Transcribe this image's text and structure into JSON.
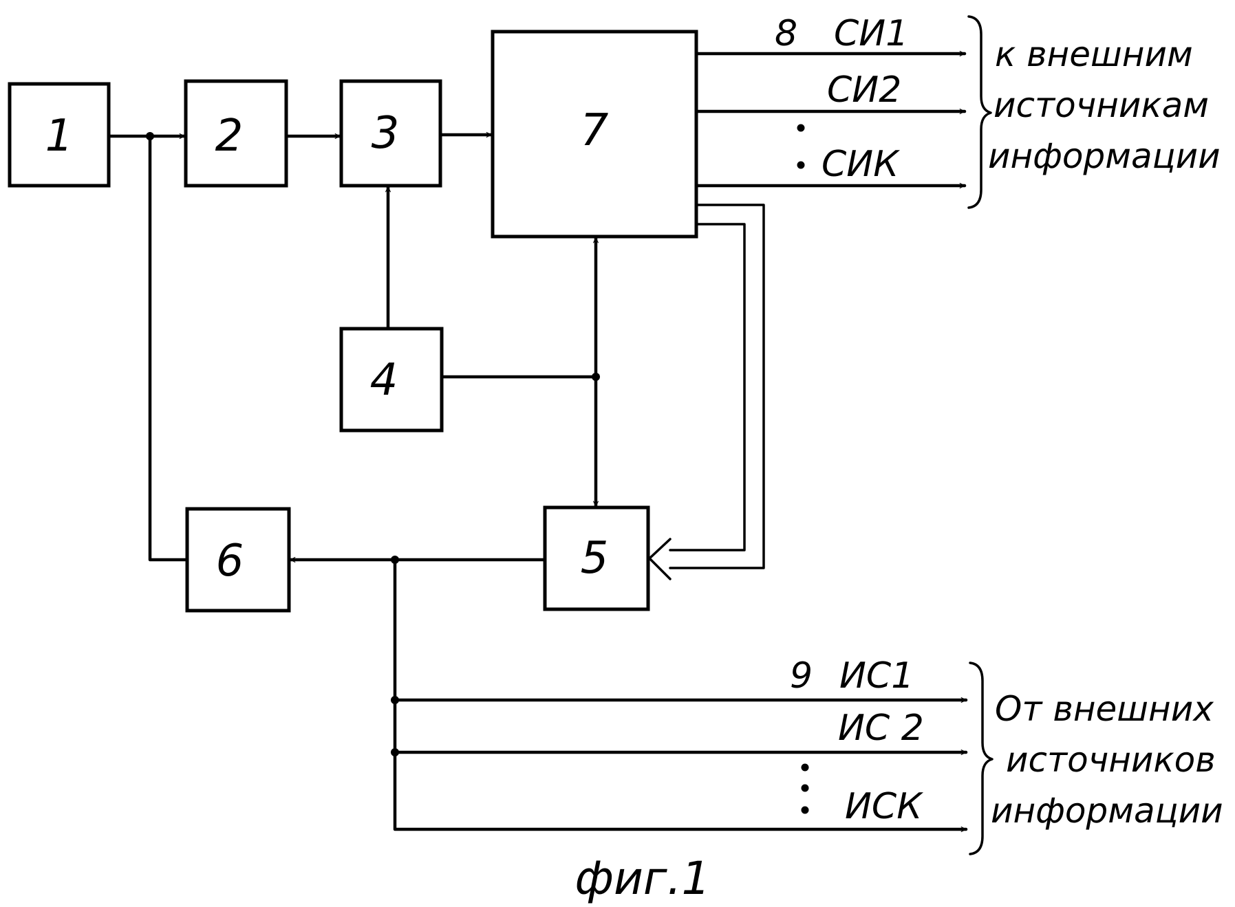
{
  "blocks": [
    {
      "id": "1",
      "label": "1"
    },
    {
      "id": "2",
      "label": "2"
    },
    {
      "id": "3",
      "label": "3"
    },
    {
      "id": "4",
      "label": "4"
    },
    {
      "id": "5",
      "label": "5"
    },
    {
      "id": "6",
      "label": "6"
    },
    {
      "id": "7",
      "label": "7"
    }
  ],
  "outputs": {
    "bus_number": "8",
    "lines": [
      "СИ1",
      "СИ2",
      "СИК"
    ],
    "note": [
      "к внешним",
      "источникам",
      "информации"
    ]
  },
  "inputs": {
    "bus_number": "9",
    "lines": [
      "ИС1",
      "ИС 2",
      "ИСК"
    ],
    "note": [
      "От внешних",
      "источников",
      "информации"
    ]
  },
  "caption": "фиг.1"
}
